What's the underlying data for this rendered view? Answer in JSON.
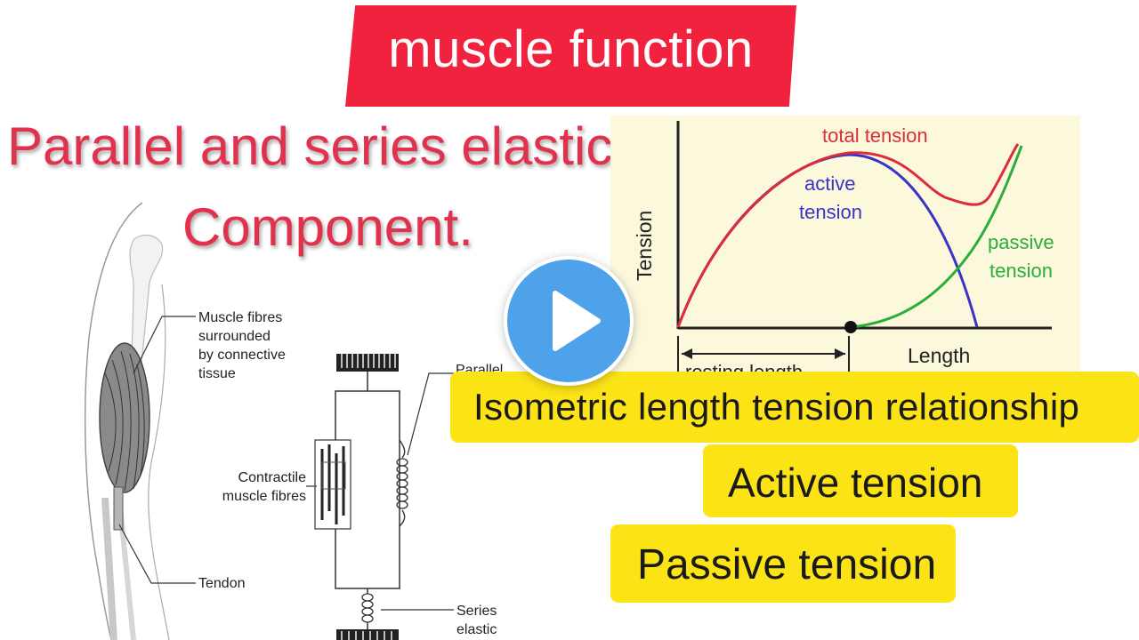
{
  "banner": {
    "title": "muscle function"
  },
  "heading": {
    "line1": "Parallel and series elastic",
    "line2": "Component."
  },
  "diagram": {
    "label_fibres": "Muscle fibres\nsurrounded\nby connective\ntissue",
    "label_contractile": "Contractile\nmuscle fibres",
    "label_tendon": "Tendon",
    "label_parallel": "Parallel",
    "label_series": "Series\nelastic"
  },
  "chart": {
    "ylabel": "Tension",
    "xlabel": "Length",
    "label_total": "total tension",
    "label_active": "active\ntension",
    "label_passive": "passive\ntension",
    "label_resting": "resting length"
  },
  "boxes": {
    "isometric": "Isometric  length  tension relationship",
    "active": "Active tension",
    "passive": "Passive tension"
  },
  "colors": {
    "banner": "#f0223e",
    "heading": "#e2314c",
    "highlight": "#fbe316",
    "play": "#4ea2ea"
  },
  "icons": {
    "play": "play-icon"
  }
}
